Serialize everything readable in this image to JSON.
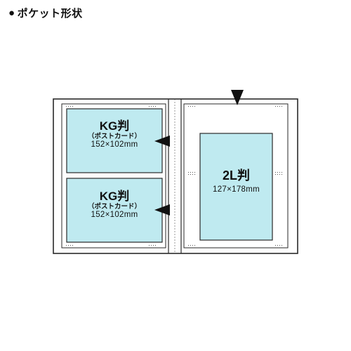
{
  "header": {
    "bullet": "●",
    "title": "ポケット形状"
  },
  "pockets": [
    {
      "name": "KG判",
      "sub": "（ポストカード）",
      "size": "152×102mm"
    },
    {
      "name": "KG判",
      "sub": "（ポストカード）",
      "size": "152×102mm"
    },
    {
      "name": "2L判",
      "size": "127×178mm"
    }
  ],
  "colors": {
    "pocket_fill": "#bfeaf0",
    "outline": "#2a2a2a",
    "page_fill": "#ffffff"
  }
}
